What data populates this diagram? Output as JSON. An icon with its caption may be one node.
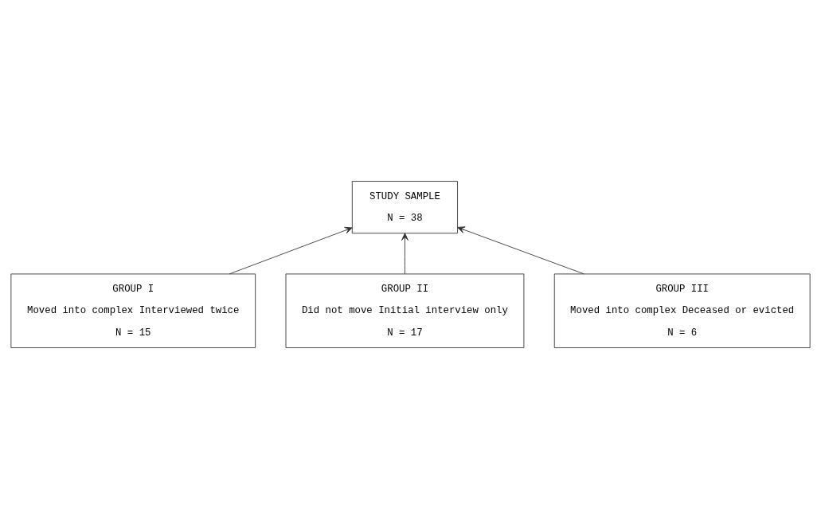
{
  "diagram": {
    "nodes": [
      {
        "text": [
          "STUDY SAMPLE",
          "N = 38"
        ]
      },
      {
        "text": [
          "GROUP I",
          "Moved into complex Interviewed twice",
          "N = 15"
        ]
      },
      {
        "text": [
          "GROUP II",
          "Did not move Initial interview only",
          "N = 17"
        ]
      },
      {
        "text": [
          "GROUP III",
          "Moved into complex Deceased or evicted",
          "N = 6"
        ]
      }
    ],
    "edges": [
      {
        "from": 1,
        "to": 0,
        "arrow": "to"
      },
      {
        "from": 2,
        "to": 0,
        "arrow": "to"
      },
      {
        "from": 3,
        "to": 0,
        "arrow": "to"
      }
    ]
  }
}
